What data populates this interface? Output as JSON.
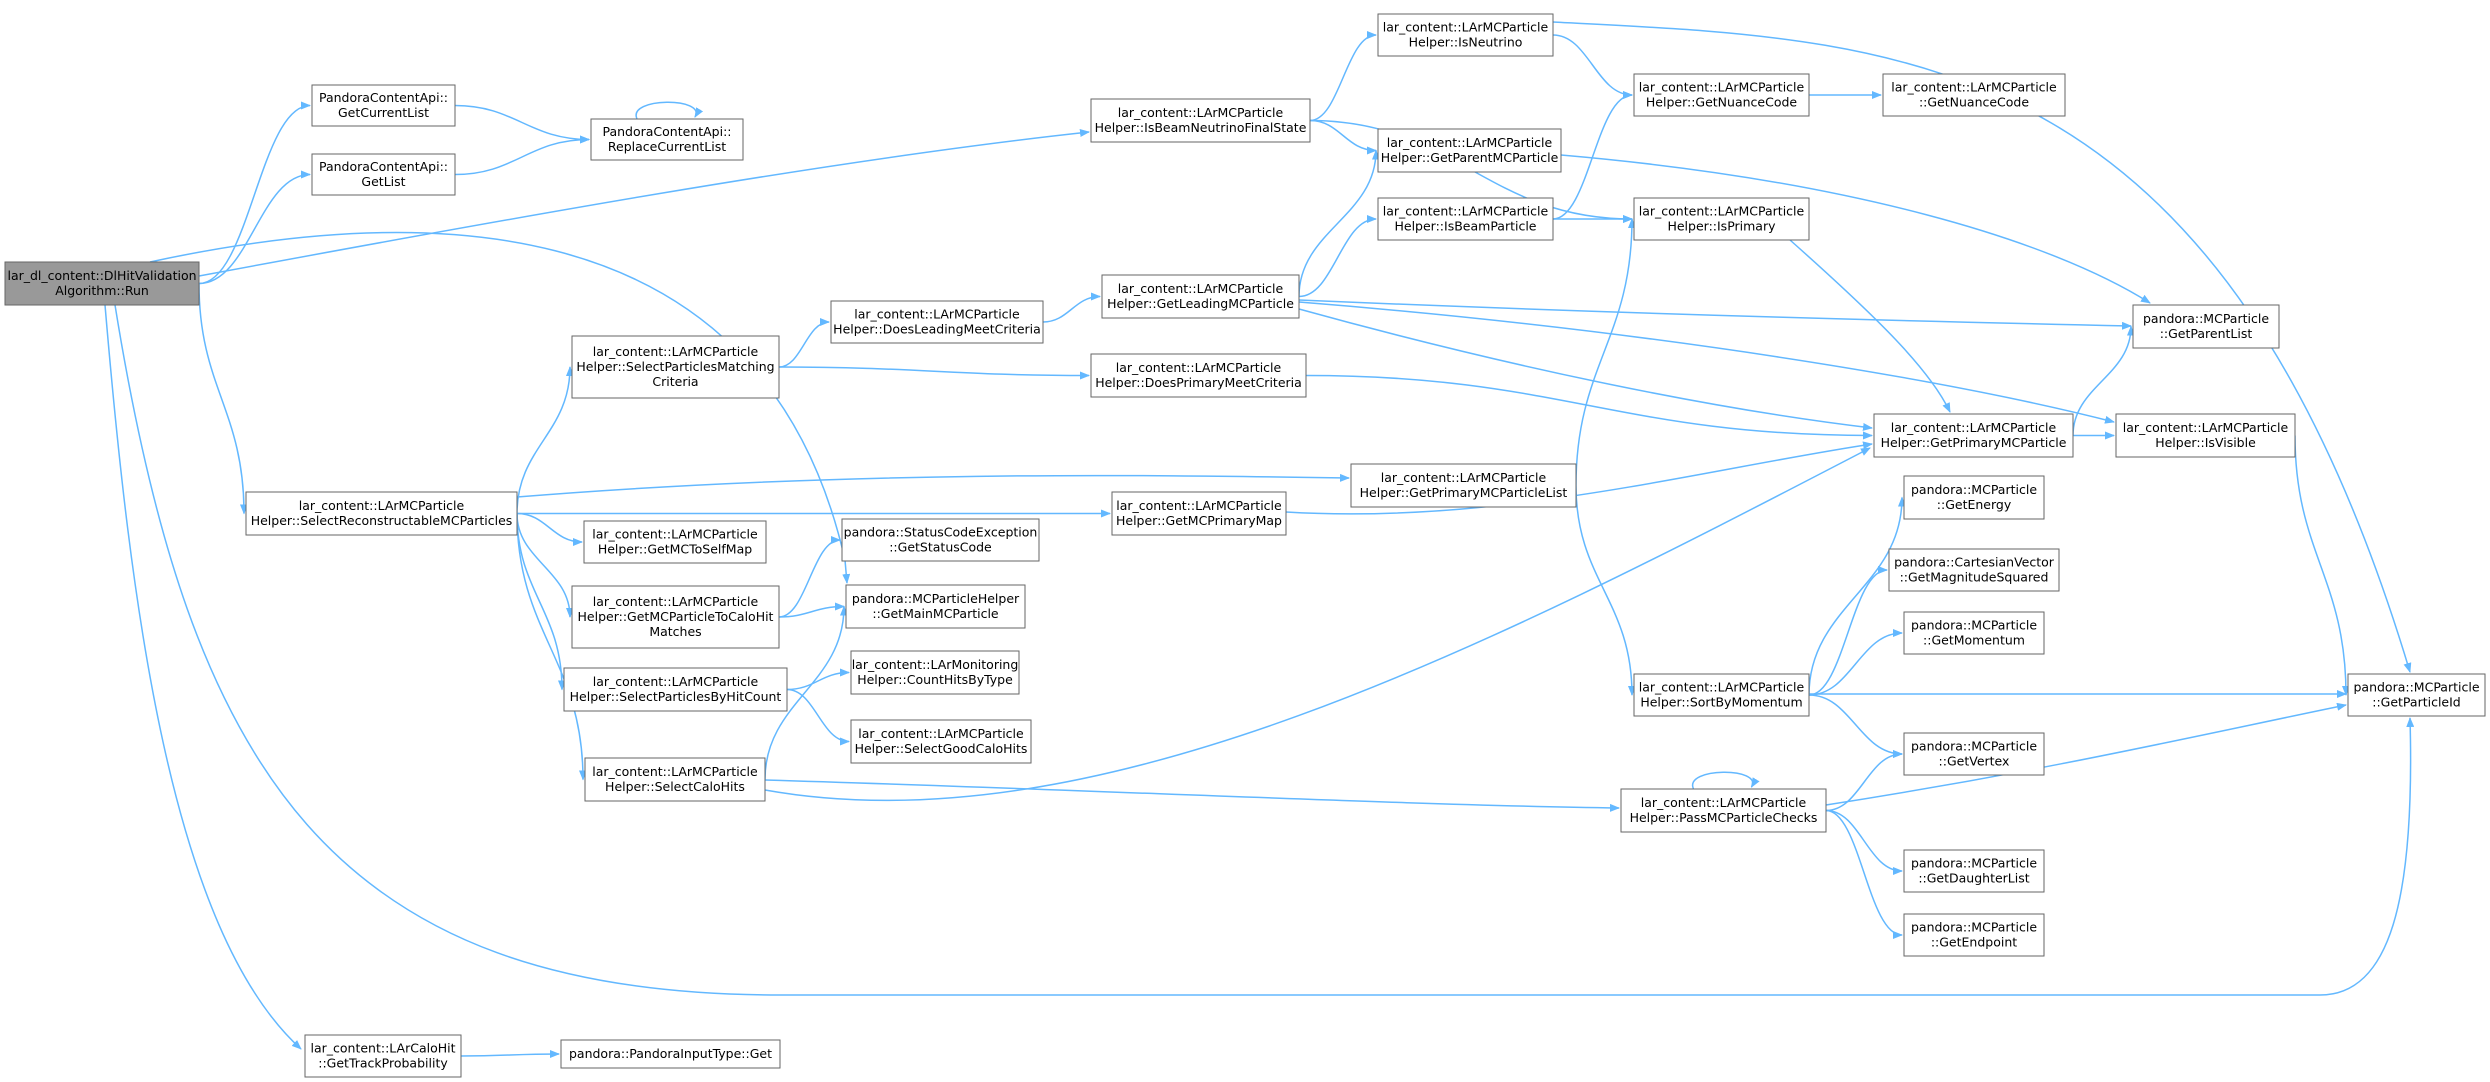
{
  "colors": {
    "edge": "#63b8ff",
    "node_border": "#666666",
    "node_fill": "#ffffff",
    "root_fill": "#999999",
    "text": "#000000"
  },
  "nodes": [
    {
      "id": "run",
      "lines": [
        "lar_dl_content::DlHitValidation",
        "Algorithm::Run"
      ],
      "root": true
    },
    {
      "id": "getcurrentlist",
      "lines": [
        "PandoraContentApi::",
        "GetCurrentList"
      ]
    },
    {
      "id": "getlist",
      "lines": [
        "PandoraContentApi::",
        "GetList"
      ]
    },
    {
      "id": "replacecurrentlist",
      "lines": [
        "PandoraContentApi::",
        "ReplaceCurrentList"
      ]
    },
    {
      "id": "isbeamneutrinofinalstate",
      "lines": [
        "lar_content::LArMCParticle",
        "Helper::IsBeamNeutrinoFinalState"
      ]
    },
    {
      "id": "isneutrino",
      "lines": [
        "lar_content::LArMCParticle",
        "Helper::IsNeutrino"
      ]
    },
    {
      "id": "getnuancecode_helper",
      "lines": [
        "lar_content::LArMCParticle",
        "Helper::GetNuanceCode"
      ]
    },
    {
      "id": "getnuancecode",
      "lines": [
        "lar_content::LArMCParticle",
        "::GetNuanceCode"
      ]
    },
    {
      "id": "getparentmcparticle",
      "lines": [
        "lar_content::LArMCParticle",
        "Helper::GetParentMCParticle"
      ]
    },
    {
      "id": "isbeamparticle",
      "lines": [
        "lar_content::LArMCParticle",
        "Helper::IsBeamParticle"
      ]
    },
    {
      "id": "isprimary",
      "lines": [
        "lar_content::LArMCParticle",
        "Helper::IsPrimary"
      ]
    },
    {
      "id": "getleadingmcparticle",
      "lines": [
        "lar_content::LArMCParticle",
        "Helper::GetLeadingMCParticle"
      ]
    },
    {
      "id": "doesleadingmeetcriteria",
      "lines": [
        "lar_content::LArMCParticle",
        "Helper::DoesLeadingMeetCriteria"
      ]
    },
    {
      "id": "selectparticlesmatchingcriteria",
      "lines": [
        "lar_content::LArMCParticle",
        "Helper::SelectParticlesMatching",
        "Criteria"
      ]
    },
    {
      "id": "doesprimarymeetcriteria",
      "lines": [
        "lar_content::LArMCParticle",
        "Helper::DoesPrimaryMeetCriteria"
      ]
    },
    {
      "id": "getparentlist",
      "lines": [
        "pandora::MCParticle",
        "::GetParentList"
      ]
    },
    {
      "id": "getprimarymcparticle",
      "lines": [
        "lar_content::LArMCParticle",
        "Helper::GetPrimaryMCParticle"
      ]
    },
    {
      "id": "isvisible",
      "lines": [
        "lar_content::LArMCParticle",
        "Helper::IsVisible"
      ]
    },
    {
      "id": "selectreconstructablemcparticles",
      "lines": [
        "lar_content::LArMCParticle",
        "Helper::SelectReconstructableMCParticles"
      ]
    },
    {
      "id": "getprimarymcparticlelist",
      "lines": [
        "lar_content::LArMCParticle",
        "Helper::GetPrimaryMCParticleList"
      ]
    },
    {
      "id": "getmcprimarymap",
      "lines": [
        "lar_content::LArMCParticle",
        "Helper::GetMCPrimaryMap"
      ]
    },
    {
      "id": "getmctoselfmap",
      "lines": [
        "lar_content::LArMCParticle",
        "Helper::GetMCToSelfMap"
      ]
    },
    {
      "id": "getstatuscode",
      "lines": [
        "pandora::StatusCodeException",
        "::GetStatusCode"
      ]
    },
    {
      "id": "getmcparticletocalohitmatches",
      "lines": [
        "lar_content::LArMCParticle",
        "Helper::GetMCParticleToCaloHit",
        "Matches"
      ]
    },
    {
      "id": "getmainmcparticle",
      "lines": [
        "pandora::MCParticleHelper",
        "::GetMainMCParticle"
      ]
    },
    {
      "id": "selectparticlesbyhitcount",
      "lines": [
        "lar_content::LArMCParticle",
        "Helper::SelectParticlesByHitCount"
      ]
    },
    {
      "id": "counthitsbytype",
      "lines": [
        "lar_content::LArMonitoring",
        "Helper::CountHitsByType"
      ]
    },
    {
      "id": "selectgoodcalohits",
      "lines": [
        "lar_content::LArMCParticle",
        "Helper::SelectGoodCaloHits"
      ]
    },
    {
      "id": "selectcalohits",
      "lines": [
        "lar_content::LArMCParticle",
        "Helper::SelectCaloHits"
      ]
    },
    {
      "id": "getenergy",
      "lines": [
        "pandora::MCParticle",
        "::GetEnergy"
      ]
    },
    {
      "id": "getmagnitudesquared",
      "lines": [
        "pandora::CartesianVector",
        "::GetMagnitudeSquared"
      ]
    },
    {
      "id": "getmomentum",
      "lines": [
        "pandora::MCParticle",
        "::GetMomentum"
      ]
    },
    {
      "id": "sortbymomentum",
      "lines": [
        "lar_content::LArMCParticle",
        "Helper::SortByMomentum"
      ]
    },
    {
      "id": "getparticleid",
      "lines": [
        "pandora::MCParticle",
        "::GetParticleId"
      ]
    },
    {
      "id": "getvertex",
      "lines": [
        "pandora::MCParticle",
        "::GetVertex"
      ]
    },
    {
      "id": "passmcparticlechecks",
      "lines": [
        "lar_content::LArMCParticle",
        "Helper::PassMCParticleChecks"
      ]
    },
    {
      "id": "getdaughterlist",
      "lines": [
        "pandora::MCParticle",
        "::GetDaughterList"
      ]
    },
    {
      "id": "getendpoint",
      "lines": [
        "pandora::MCParticle",
        "::GetEndpoint"
      ]
    },
    {
      "id": "gettrackprobability",
      "lines": [
        "lar_content::LArCaloHit",
        "::GetTrackProbability"
      ]
    },
    {
      "id": "pandorainputtypeget",
      "lines": [
        "pandora::PandoraInputType::Get"
      ]
    }
  ],
  "edges": [
    [
      "run",
      "getcurrentlist"
    ],
    [
      "run",
      "getlist"
    ],
    [
      "run",
      "isbeamneutrinofinalstate"
    ],
    [
      "run",
      "getmainmcparticle"
    ],
    [
      "run",
      "selectreconstructablemcparticles"
    ],
    [
      "run",
      "getparticleid"
    ],
    [
      "run",
      "gettrackprobability"
    ],
    [
      "getcurrentlist",
      "replacecurrentlist"
    ],
    [
      "getlist",
      "replacecurrentlist"
    ],
    [
      "replacecurrentlist",
      "replacecurrentlist"
    ],
    [
      "isbeamneutrinofinalstate",
      "isneutrino"
    ],
    [
      "isbeamneutrinofinalstate",
      "getparentmcparticle"
    ],
    [
      "isbeamneutrinofinalstate",
      "isprimary"
    ],
    [
      "isneutrino",
      "getnuancecode_helper"
    ],
    [
      "isneutrino",
      "getparticleid"
    ],
    [
      "getnuancecode_helper",
      "getnuancecode"
    ],
    [
      "getparentmcparticle",
      "getparentlist"
    ],
    [
      "isbeamparticle",
      "getnuancecode_helper"
    ],
    [
      "isbeamparticle",
      "isprimary"
    ],
    [
      "isprimary",
      "getprimarymcparticle"
    ],
    [
      "getleadingmcparticle",
      "getparentmcparticle"
    ],
    [
      "getleadingmcparticle",
      "isbeamparticle"
    ],
    [
      "getleadingmcparticle",
      "getparentlist"
    ],
    [
      "getleadingmcparticle",
      "getprimarymcparticle"
    ],
    [
      "getleadingmcparticle",
      "isvisible"
    ],
    [
      "doesleadingmeetcriteria",
      "getleadingmcparticle"
    ],
    [
      "selectparticlesmatchingcriteria",
      "doesleadingmeetcriteria"
    ],
    [
      "selectparticlesmatchingcriteria",
      "doesprimarymeetcriteria"
    ],
    [
      "doesprimarymeetcriteria",
      "getprimarymcparticle"
    ],
    [
      "getprimarymcparticle",
      "getparentlist"
    ],
    [
      "getprimarymcparticle",
      "isvisible"
    ],
    [
      "isvisible",
      "getparticleid"
    ],
    [
      "selectreconstructablemcparticles",
      "selectparticlesmatchingcriteria"
    ],
    [
      "selectreconstructablemcparticles",
      "getprimarymcparticlelist"
    ],
    [
      "selectreconstructablemcparticles",
      "getmcprimarymap"
    ],
    [
      "selectreconstructablemcparticles",
      "getmctoselfmap"
    ],
    [
      "selectreconstructablemcparticles",
      "getmcparticletocalohitmatches"
    ],
    [
      "selectreconstructablemcparticles",
      "selectparticlesbyhitcount"
    ],
    [
      "selectreconstructablemcparticles",
      "selectcalohits"
    ],
    [
      "getprimarymcparticlelist",
      "isprimary"
    ],
    [
      "getprimarymcparticlelist",
      "sortbymomentum"
    ],
    [
      "getmcprimarymap",
      "getprimarymcparticle"
    ],
    [
      "getmcparticletocalohitmatches",
      "getstatuscode"
    ],
    [
      "getmcparticletocalohitmatches",
      "getmainmcparticle"
    ],
    [
      "selectparticlesbyhitcount",
      "counthitsbytype"
    ],
    [
      "selectparticlesbyhitcount",
      "selectgoodcalohits"
    ],
    [
      "selectcalohits",
      "getmainmcparticle"
    ],
    [
      "selectcalohits",
      "getprimarymcparticle"
    ],
    [
      "selectcalohits",
      "passmcparticlechecks"
    ],
    [
      "sortbymomentum",
      "getenergy"
    ],
    [
      "sortbymomentum",
      "getmagnitudesquared"
    ],
    [
      "sortbymomentum",
      "getmomentum"
    ],
    [
      "sortbymomentum",
      "getparticleid"
    ],
    [
      "sortbymomentum",
      "getvertex"
    ],
    [
      "passmcparticlechecks",
      "passmcparticlechecks"
    ],
    [
      "passmcparticlechecks",
      "getvertex"
    ],
    [
      "passmcparticlechecks",
      "getparticleid"
    ],
    [
      "passmcparticlechecks",
      "getdaughterlist"
    ],
    [
      "passmcparticlechecks",
      "getendpoint"
    ],
    [
      "gettrackprobability",
      "pandorainputtypeget"
    ]
  ]
}
